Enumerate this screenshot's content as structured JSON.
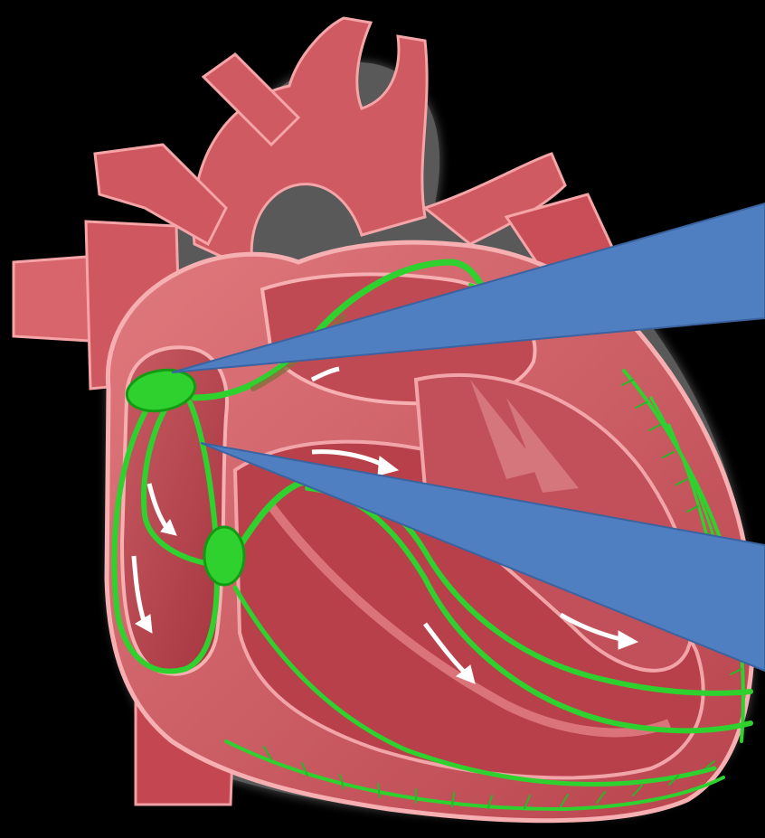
{
  "figure": {
    "subject": "heart-conduction-system",
    "background": "#000000",
    "colors": {
      "heart_wall": "#c9525a",
      "heart_light": "#f0a0a2",
      "heart_dark": "#8e2a33",
      "conduction_green": "#2fd12f",
      "conduction_green_dark": "#139a13",
      "callout_blue": "#4f7fc1",
      "arrow_white": "#ffffff"
    },
    "callouts": [
      {
        "id": "callout-sa-node",
        "points_to": "sa-node"
      },
      {
        "id": "callout-av-node",
        "points_to": "av-node"
      }
    ]
  }
}
